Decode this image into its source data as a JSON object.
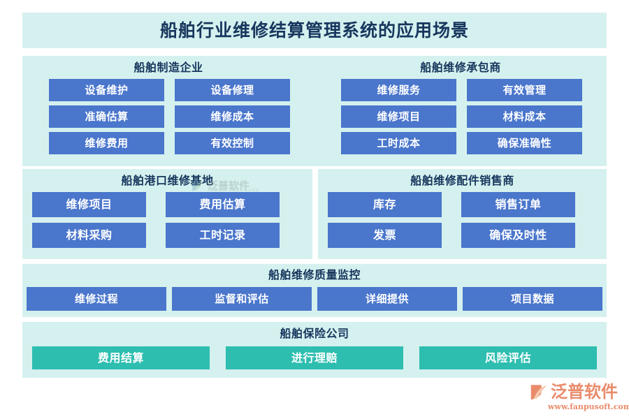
{
  "page": {
    "title": "船舶行业维修结算管理系统的应用场景",
    "background_color": "#ffffff",
    "card_color": "#d5f1ef",
    "blue_color": "#4a76cc",
    "teal_color": "#2dbeb0",
    "title_text_color": "#17365d"
  },
  "sections": [
    {
      "title": "船舶制造企业",
      "items": [
        {
          "label": "设备维护",
          "style": "blue"
        },
        {
          "label": "设备修理",
          "style": "blue"
        },
        {
          "label": "准确估算",
          "style": "blue"
        },
        {
          "label": "维修成本",
          "style": "blue"
        },
        {
          "label": "维修费用",
          "style": "blue"
        },
        {
          "label": "有效控制",
          "style": "blue"
        }
      ]
    },
    {
      "title": "船舶维修承包商",
      "items": [
        {
          "label": "维修服务",
          "style": "blue"
        },
        {
          "label": "有效管理",
          "style": "blue"
        },
        {
          "label": "维修项目",
          "style": "blue"
        },
        {
          "label": "材料成本",
          "style": "blue"
        },
        {
          "label": "工时成本",
          "style": "blue"
        },
        {
          "label": "确保准确性",
          "style": "blue"
        }
      ]
    },
    {
      "title": "船舶港口维修基地",
      "items": [
        {
          "label": "维修项目",
          "style": "blue"
        },
        {
          "label": "费用估算",
          "style": "blue"
        },
        {
          "label": "材料采购",
          "style": "blue"
        },
        {
          "label": "工时记录",
          "style": "blue"
        }
      ]
    },
    {
      "title": "船舶维修配件销售商",
      "items": [
        {
          "label": "库存",
          "style": "blue"
        },
        {
          "label": "销售订单",
          "style": "blue"
        },
        {
          "label": "发票",
          "style": "blue"
        },
        {
          "label": "确保及时性",
          "style": "blue"
        }
      ]
    },
    {
      "title": "船舶维修质量监控",
      "items": [
        {
          "label": "维修过程",
          "style": "blue"
        },
        {
          "label": "监督和评估",
          "style": "blue"
        },
        {
          "label": "详细提供",
          "style": "blue"
        },
        {
          "label": "项目数据",
          "style": "blue"
        }
      ]
    },
    {
      "title": "船舶保险公司",
      "items": [
        {
          "label": "费用结算",
          "style": "teal"
        },
        {
          "label": "进行理赔",
          "style": "teal"
        },
        {
          "label": "风险评估",
          "style": "teal"
        }
      ]
    }
  ],
  "watermark": {
    "name_cn": "泛普软件",
    "name_en": "FANPU SOFTWARE"
  },
  "logo": {
    "name_cn": "泛普软件",
    "url": "www.fanpusoft.com",
    "color": "#e98b6b"
  }
}
